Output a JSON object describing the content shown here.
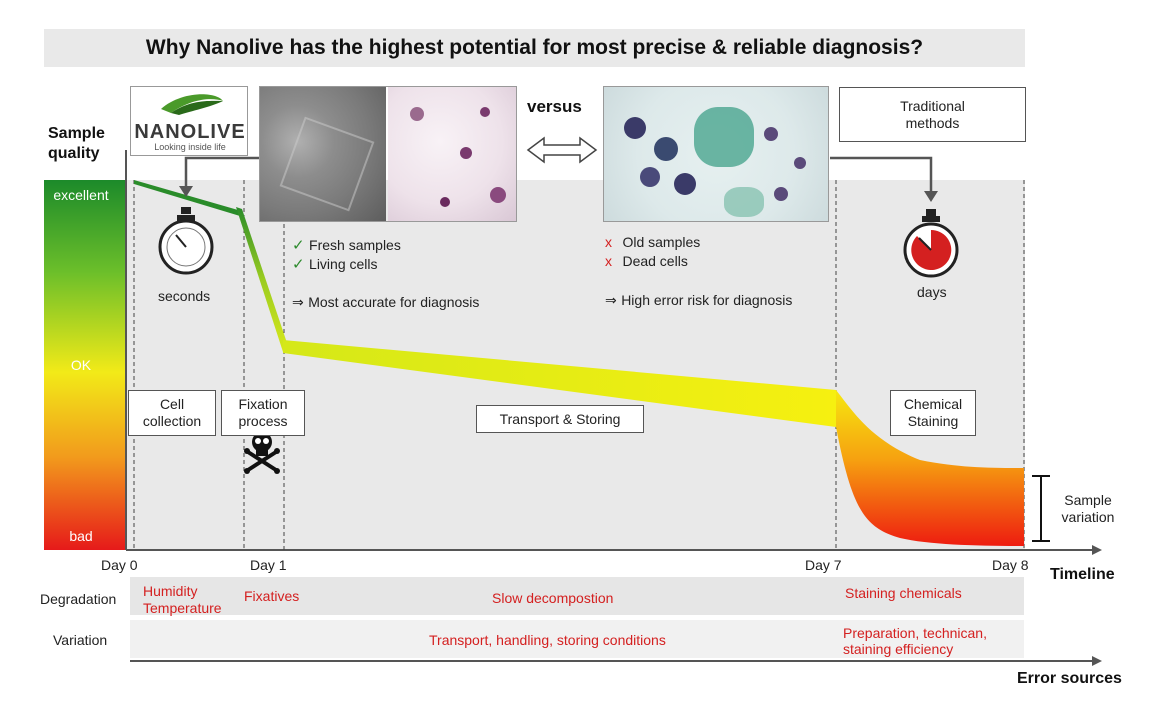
{
  "title": "Why Nanolive has the highest potential for most precise & reliable diagnosis?",
  "nanolive": {
    "logo": "NANOLIVE",
    "tagline": "Looking inside life"
  },
  "versus": "versus",
  "traditional_box": "Traditional methods",
  "y_axis": {
    "label_line1": "Sample",
    "label_line2": "quality",
    "excellent": "excellent",
    "ok": "OK",
    "bad": "bad"
  },
  "timer_left": "seconds",
  "timer_right": "days",
  "nanolive_pros": {
    "fresh": "Fresh samples",
    "living": "Living cells",
    "result": "Most accurate for diagnosis"
  },
  "traditional_cons": {
    "old": "Old samples",
    "dead": "Dead cells",
    "result": "High error risk for diagnosis"
  },
  "cons_mark": "x",
  "stages": {
    "cell_collection": "Cell collection",
    "fixation": "Fixation process",
    "transport": "Transport & Storing",
    "staining": "Chemical Staining"
  },
  "sample_variation": "Sample variation",
  "timeline": {
    "label": "Timeline",
    "ticks": [
      "Day 0",
      "Day 1",
      "Day 7",
      "Day 8"
    ]
  },
  "error_sources": {
    "label": "Error sources",
    "degradation_label": "Degradation",
    "variation_label": "Variation",
    "degradation": {
      "humidity": "Humidity",
      "temperature": "Temperature",
      "fixatives": "Fixatives",
      "slow": "Slow decompostion",
      "staining": "Staining chemicals"
    },
    "variation": {
      "transport": "Transport, handling, storing conditions",
      "prep_line1": "Preparation, technican,",
      "prep_line2": "staining efficiency"
    }
  },
  "colors": {
    "accent_red": "#d42020",
    "green": "#1c8a2a",
    "yellow": "#f2ea18",
    "panel_gray": "#e9e9e9"
  }
}
